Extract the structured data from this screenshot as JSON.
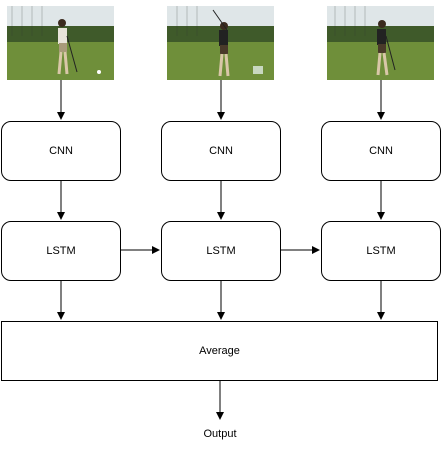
{
  "frames": [
    {
      "icon": "golf-swing-frame-1"
    },
    {
      "icon": "golf-swing-frame-2"
    },
    {
      "icon": "golf-swing-frame-3"
    }
  ],
  "cnn_blocks": [
    {
      "label": "CNN"
    },
    {
      "label": "CNN"
    },
    {
      "label": "CNN"
    }
  ],
  "lstm_blocks": [
    {
      "label": "LSTM"
    },
    {
      "label": "LSTM"
    },
    {
      "label": "LSTM"
    }
  ],
  "average_block": {
    "label": "Average"
  },
  "output": {
    "label": "Output"
  },
  "colors": {
    "line": "#000000",
    "sky": "#dfe6e8",
    "grass": "#6f8f3a",
    "trees": "#3f5a2a"
  }
}
